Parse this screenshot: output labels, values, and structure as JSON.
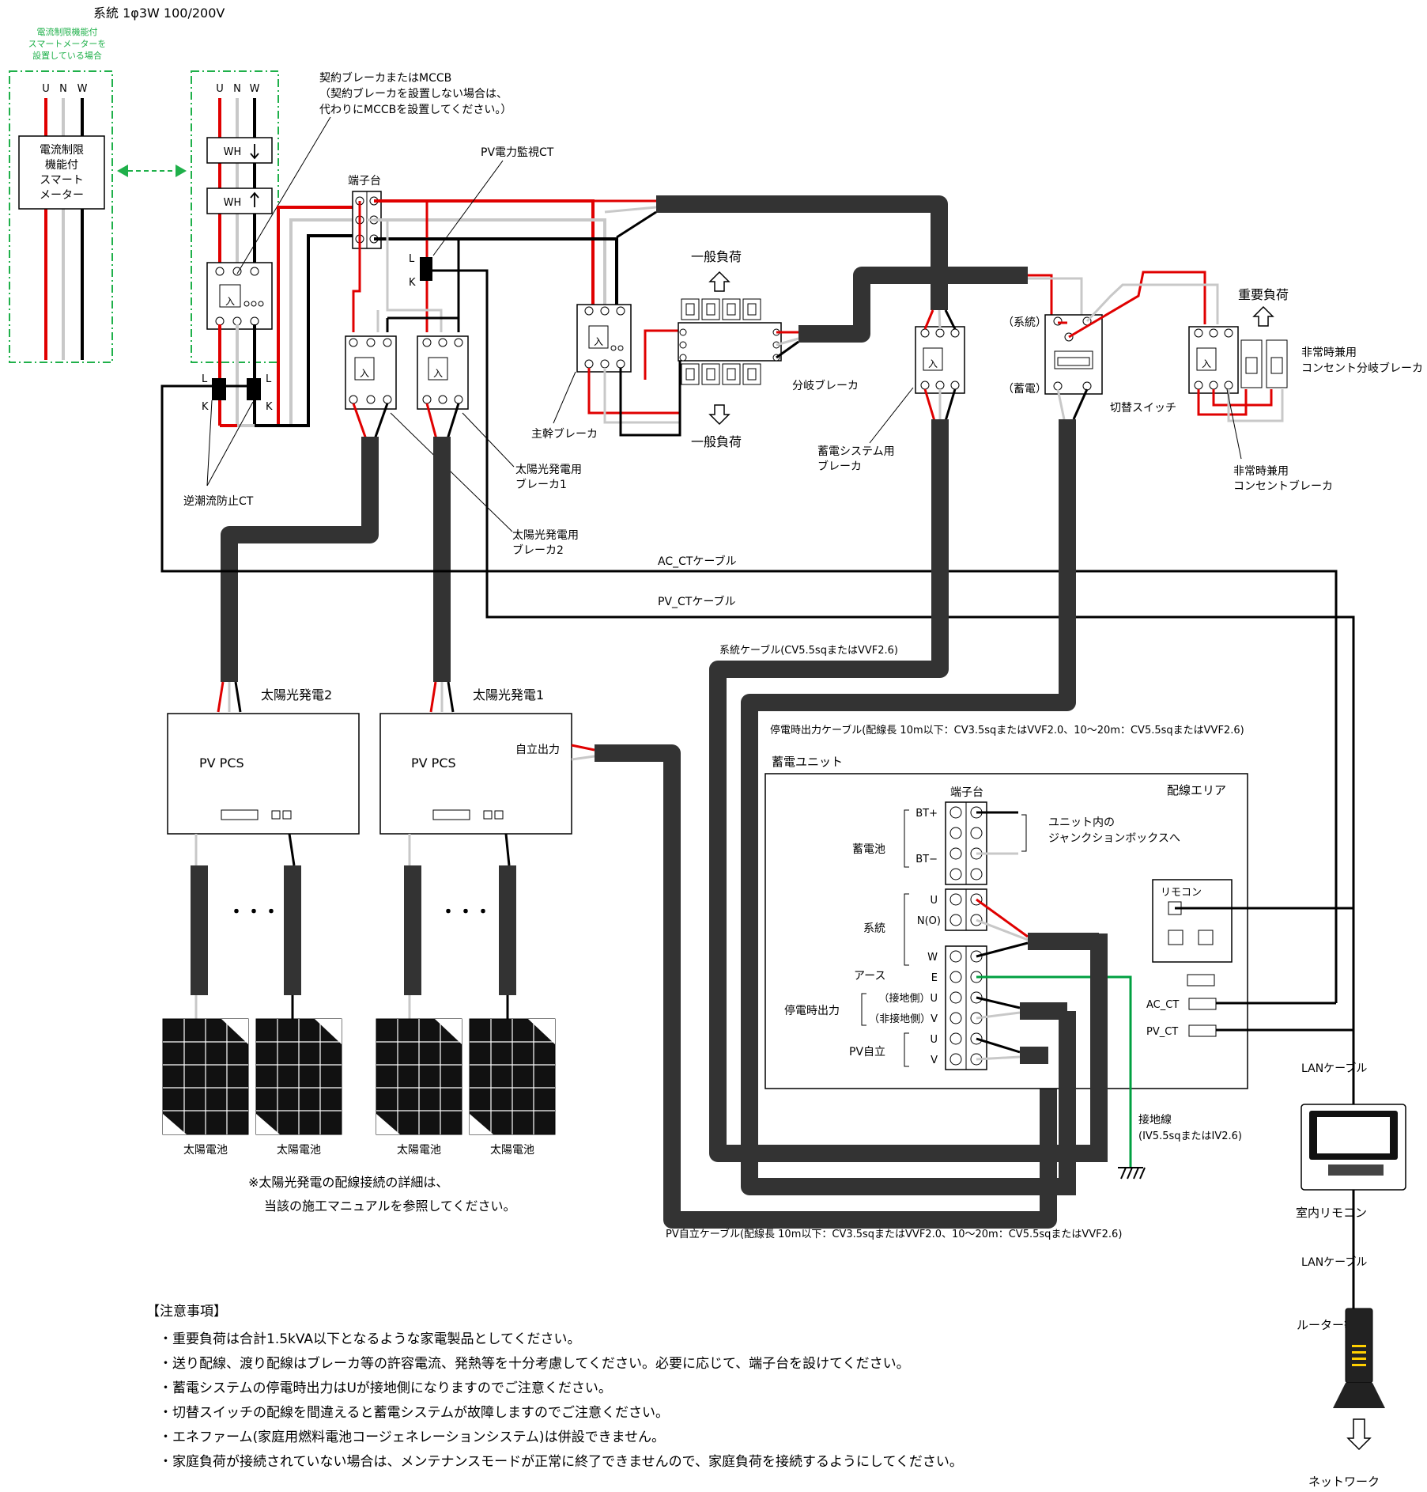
{
  "title": "系統 1φ3W 100/200V",
  "smart_meter": {
    "note": [
      "電流制限機能付",
      "スマートメーターを",
      "設置している場合"
    ],
    "terminals": [
      "U",
      "N",
      "W"
    ],
    "label": [
      "電流制限",
      "機能付",
      "スマート",
      "メーター"
    ]
  },
  "panel": {
    "terminals": [
      "U",
      "N",
      "W"
    ],
    "wh": [
      "WH",
      "WH"
    ],
    "breaker_on": "入"
  },
  "labels": {
    "contract_breaker": [
      "契約ブレーカまたはMCCB",
      "（契約ブレーカを設置しない場合は、",
      "代わりにMCCBを設置してください。）"
    ],
    "terminal_block": "端子台",
    "pv_monitor_ct": "PV電力監視CT",
    "general_load_top": "一般負荷",
    "general_load_bottom": "一般負荷",
    "branch_breaker": "分岐ブレーカ",
    "main_breaker": "主幹ブレーカ",
    "battery_breaker": [
      "蓄電システム用",
      "ブレーカ"
    ],
    "grid_side": "（系統）",
    "battery_side": "（蓄電）",
    "transfer_switch": "切替スイッチ",
    "important_load": "重要負荷",
    "emergency_branch_breaker": [
      "非常時兼用",
      "コンセント分岐ブレーカ"
    ],
    "emergency_outlet_breaker": [
      "非常時兼用",
      "コンセントブレーカ"
    ],
    "reverse_flow_ct": "逆潮流防止CT",
    "pv_breaker1": [
      "太陽光発電用",
      "ブレーカ1"
    ],
    "pv_breaker2": [
      "太陽光発電用",
      "ブレーカ2"
    ],
    "ac_ct_cable": "AC_CTケーブル",
    "pv_ct_cable": "PV_CTケーブル",
    "grid_cable": "系統ケーブル(CV5.5sqまたはVVF2.6)",
    "outage_cable": "停電時出力ケーブル(配線長 10m以下：CV3.5sqまたはVVF2.0、10〜20m：CV5.5sqまたはVVF2.6)",
    "pv_standalone_cable": "PV自立ケーブル(配線長 10m以下：CV3.5sqまたはVVF2.0、10〜20m：CV5.5sqまたはVVF2.6)",
    "pv2": "太陽光発電2",
    "pv1": "太陽光発電1",
    "pv_pcs": "PV PCS",
    "standalone_output": "自立出力",
    "solar_cell": "太陽電池",
    "dots": "・・・",
    "pv_note": [
      "※太陽光発電の配線接続の詳細は、",
      "当該の施工マニュアルを参照してください。"
    ],
    "ground_wire": [
      "接地線",
      "(IV5.5sqまたはIV2.6)"
    ],
    "lan_cable_1": "LANケーブル",
    "lan_cable_2": "LANケーブル",
    "indoor_remote": "室内リモコン",
    "router": "ルーター等",
    "network": "ネットワーク",
    "L": "L",
    "K": "K"
  },
  "storage_unit": {
    "title": "蓄電ユニット",
    "terminal_block": "端子台",
    "wiring_area": "配線エリア",
    "to_junction": [
      "ユニット内の",
      "ジャンクションボックスへ"
    ],
    "group_battery": "蓄電池",
    "group_grid": "系統",
    "group_earth": "アース",
    "group_outage": "停電時出力",
    "group_pv": "PV自立",
    "terms": [
      "BT+",
      "BT−",
      "U",
      "N(O)",
      "W",
      "E",
      "（接地側）U",
      "（非接地側）V",
      "U",
      "V"
    ],
    "remote": "リモコン",
    "ac_ct": "AC_CT",
    "pv_ct": "PV_CT"
  },
  "notes": {
    "heading": "【注意事項】",
    "items": [
      "・重要負荷は合計1.5kVA以下となるような家電製品としてください。",
      "・送り配線、渡り配線はブレーカ等の許容電流、発熱等を十分考慮してください。必要に応じて、端子台を設けてください。",
      "・蓄電システムの停電時出力はUが接地側になりますのでご注意ください。",
      "・切替スイッチの配線を間違えると蓄電システムが故障しますのでご注意ください。",
      "・エネファーム(家庭用燃料電池コージェネレーションシステム)は併設できません。",
      "・家庭負荷が接続されていない場合は、メンテナンスモードが正常に終了できませんので、家庭負荷を接続するようにしてください。"
    ]
  },
  "colors": {
    "red_wire": "#e00000",
    "white_wire": "#c8c8c8",
    "black_wire": "#000000",
    "cable": "#333333",
    "green_wire": "#00a040",
    "smart_meter_label": "#1fb04a"
  }
}
